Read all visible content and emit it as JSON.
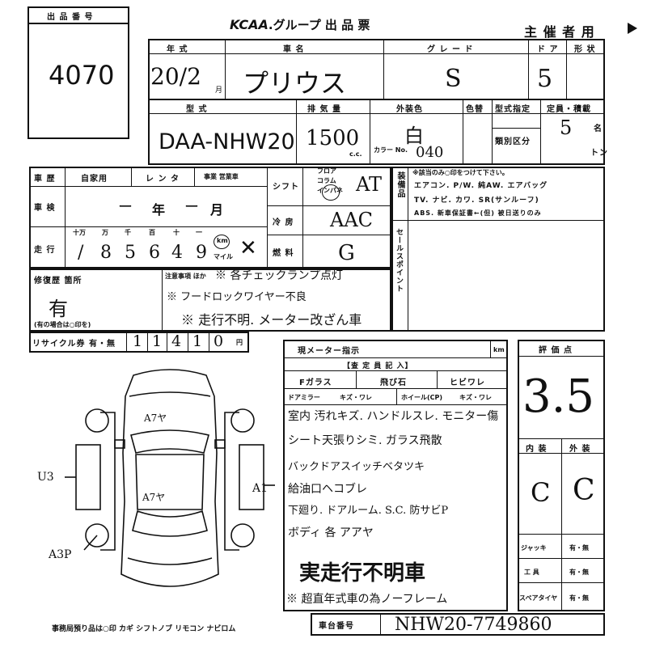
{
  "listing_no_label": "出 品 番 号",
  "listing_no": "4070",
  "header": {
    "title_logo": "KCAA",
    "title_rest": ".グループ 出 品 票",
    "sponsor": "主 催 者 用"
  },
  "labels": {
    "year": "年 式",
    "name": "車 名",
    "grade": "グ レ ー ド",
    "door": "ド ア",
    "shape": "形 状",
    "model": "型 式",
    "displacement": "排 気 量",
    "exterior_color": "外装色",
    "color_change": "色替",
    "model_designation": "型式指定",
    "capacity": "定員・積載",
    "category": "類別区分",
    "cc": "c.c.",
    "color_no": "カラー No.",
    "persons": "名",
    "tons": "トン",
    "history": "車 歴",
    "private": "自家用",
    "rental": "レ ン タ",
    "business": "事業 営業車",
    "shift": "シフト",
    "shift_floor": "フロア",
    "shift_column": "コラム",
    "shift_inpane": "インパネ",
    "inspection": "車 検",
    "year_unit": "年",
    "month_unit": "月",
    "ac": "冷 房",
    "mileage": "走 行",
    "fuel": "燃 料",
    "digit_labels": [
      "十万",
      "万",
      "千",
      "百",
      "十",
      "一"
    ],
    "km": "km",
    "mile": "マイル",
    "equipment_vertical": "装備品",
    "equipment_note": "※該当のみ○印をつけて下さい。",
    "equip_row1": "エアコン. P/W. 純AW. エアバッグ",
    "equip_row2": "TV. ナビ. カワ. SR(サンルーフ)",
    "equip_row3": "ABS. 新車保証書←(但) 被日送りのみ",
    "sales_point_vertical": "セールスポイント",
    "repair_history": "修復歴 箇所",
    "repair_note": "(有の場合は○印を)",
    "notes_label": "注意事項 ほか",
    "recycle": "リサイクル券 有・無",
    "yen": "円",
    "current_meter": "現メーター指示",
    "meter_km": "km",
    "appraisal_entry": "【査 定 員 記 入】",
    "f_glass": "Fガラス",
    "stone_chip": "飛び石",
    "crack": "ヒビワレ",
    "door_mirror": "ドアミラー",
    "mirror_opts": "キズ・ワレ",
    "wheel_cap": "ホイール(CP)",
    "wheel_opts": "キズ・ワレ",
    "score_label": "評 価 点",
    "interior": "内 装",
    "exterior": "外 装",
    "jack": "ジャッキ",
    "tools": "工 具",
    "spare_tire": "スペアタイヤ",
    "yes_no": "有・無",
    "chassis_no_label": "車台番号",
    "footer": "事務局預り品は○印   カギ  シフトノブ  リモコン  ナビロム"
  },
  "values": {
    "year": "20/2",
    "year_month_suffix": "月",
    "name": "プリウス",
    "grade": "S",
    "door": "5",
    "model": "DAA-NHW20",
    "displacement": "1500",
    "exterior_color": "白",
    "color_no": "040",
    "capacity": "5",
    "shift": "AT",
    "shift_circled": "イ",
    "inspection_year": "ー",
    "inspection_month": "ー",
    "ac": "AAC",
    "mileage_digits": [
      "/",
      "8",
      "5",
      "6",
      "4",
      "9"
    ],
    "mileage_mark": "✕",
    "fuel": "G",
    "repair": "有",
    "notes": [
      "※ 各チェックランプ点灯",
      "※ フードロックワイヤー不良",
      "※ 走行不明. メーター改ざん車"
    ],
    "recycle_digits": [
      "1",
      "1",
      "4",
      "1",
      "0"
    ],
    "score": "3.5",
    "interior_score": "C",
    "exterior_score": "C",
    "remarks": [
      "室内 汚れキズ. ハンドルスレ. モニター傷",
      "シート天張りシミ. ガラス飛散",
      "バックドアスイッチベタツキ",
      "給油口ヘコブレ",
      "下廻り. ドアルーム. S.C. 防サビP",
      "ボディ 各 アアヤ"
    ],
    "unknown_mileage": "実走行不明車",
    "bottom_note": "※ 超直年式車の為ノーフレーム",
    "chassis_no": "NHW20-7749860"
  },
  "diagram": {
    "top_marks": "A7ヤ",
    "mid_marks": "A7ヤ",
    "left_marks": "U3",
    "right_marks": "A1",
    "bottom_marks": "A3P"
  }
}
